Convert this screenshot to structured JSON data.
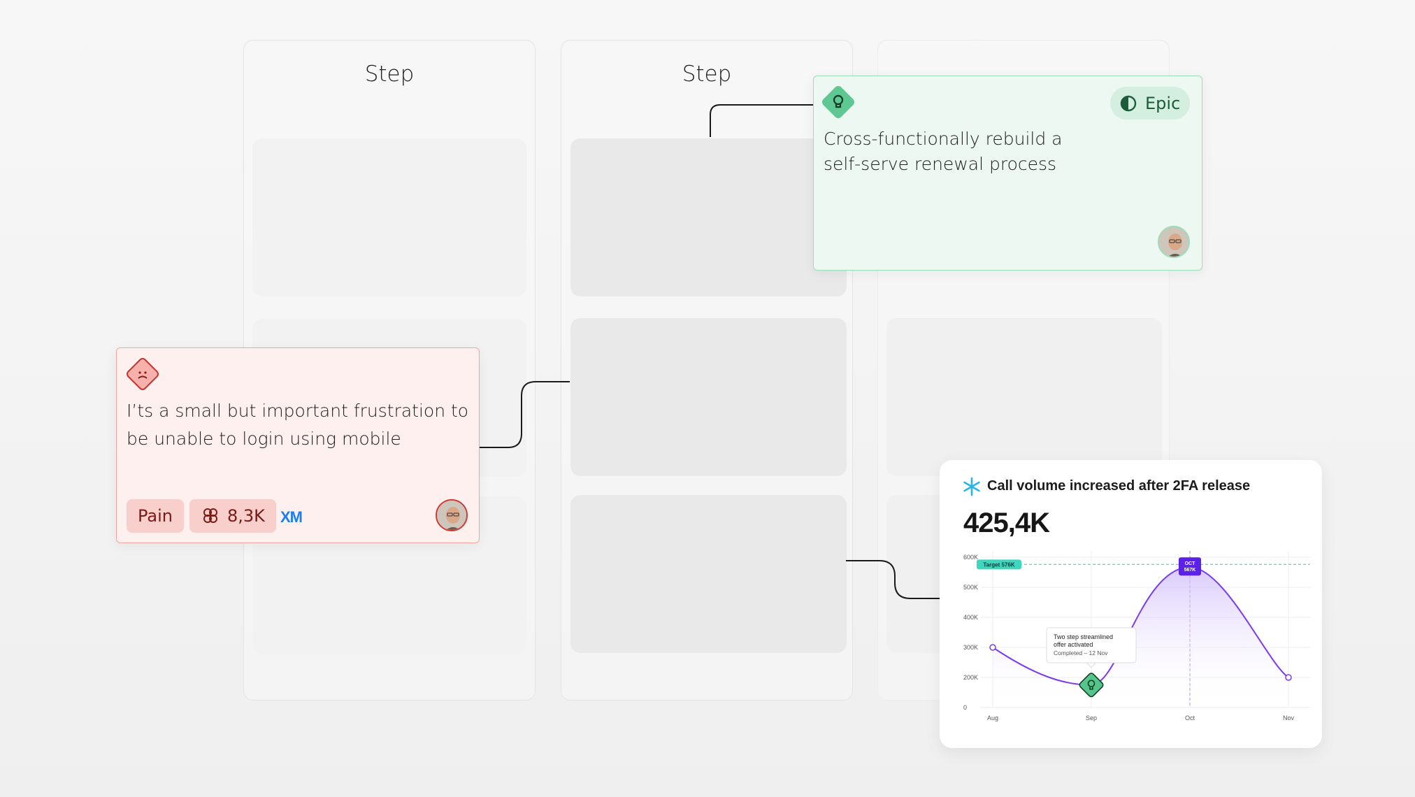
{
  "columns": [
    {
      "title": "Step"
    },
    {
      "title": "Step"
    },
    {
      "title": ""
    }
  ],
  "epic_card": {
    "icon": "lightbulb-icon",
    "badge_label": "Epic",
    "badge_icon": "half-circle-icon",
    "text_line1": "Cross-functionally rebuild a",
    "text_line2": "self-serve renewal process",
    "avatar": "user-avatar",
    "colors": {
      "background": "#ecf8f1",
      "border": "#9fdcb8",
      "accent": "#56c58c"
    }
  },
  "pain_card": {
    "icon": "sad-face-icon",
    "text_line1": "I’ts a small but important frustration to",
    "text_line2": "be unable to login using mobile",
    "tag_label": "Pain",
    "metric_icon": "brain-icon",
    "metric_value": "8,3K",
    "source_logo": "XM",
    "avatar": "user-avatar",
    "colors": {
      "background": "#fdf0ef",
      "border": "#f3a4a0",
      "accent": "#d23a34"
    }
  },
  "chart_card": {
    "icon": "snowflake-icon",
    "title": "Call volume increased after 2FA release",
    "value": "425,4K",
    "colors": {
      "line": "#7a3cf0",
      "target": "#3fd6c0",
      "marker": "#5b21e6",
      "milestone": "#56c58c"
    }
  },
  "chart_data": {
    "type": "line",
    "x": [
      "Aug",
      "Sep",
      "Oct",
      "Nov"
    ],
    "y_ticks": [
      "0",
      "200K",
      "300K",
      "400K",
      "500K",
      "600K"
    ],
    "ylim": [
      0,
      600000
    ],
    "series": [
      {
        "values": [
          [
            0,
            300000
          ],
          [
            1,
            150000
          ],
          [
            2,
            567000
          ],
          [
            3,
            200000
          ]
        ]
      }
    ],
    "target": {
      "label": "Target 576K",
      "value": 576000
    },
    "peak_marker": {
      "label_line1": "OCT",
      "label_line2": "567K",
      "x": 2,
      "value": 567000
    },
    "annotation": {
      "line1": "Two step streamlined",
      "line2": "offer activated",
      "line3": "Completed – 12 Nov",
      "x": 1
    }
  }
}
